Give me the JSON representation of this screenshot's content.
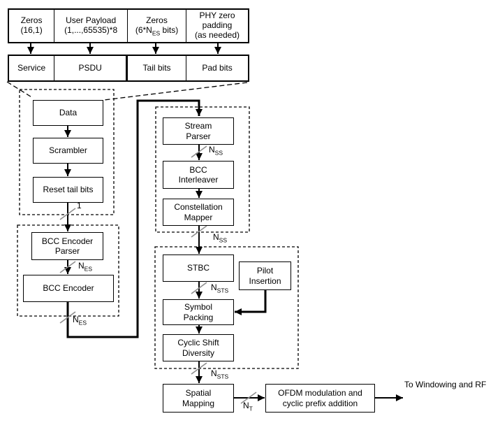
{
  "colors": {
    "line": "#000000",
    "slash": "#8f8f8f",
    "background": "#ffffff",
    "box_fill": "#ffffff",
    "text": "#000000"
  },
  "header": {
    "row1": [
      {
        "label": "Zeros\n(16,1)"
      },
      {
        "label": "User Payload\n(1,...,65535)*8"
      },
      {
        "pre": "Zeros\n(6*N",
        "sub": "ES",
        "post": " bits)"
      },
      {
        "label": "PHY zero\npadding\n(as needed)"
      }
    ],
    "row2": [
      {
        "label": "Service"
      },
      {
        "label": "PSDU"
      },
      {
        "label": "Tail bits"
      },
      {
        "label": "Pad bits"
      }
    ]
  },
  "blocks": {
    "data": "Data",
    "scrambler": "Scrambler",
    "reset_tail_bits": "Reset tail bits",
    "bcc_encoder_parser": "BCC Encoder\nParser",
    "bcc_encoder": "BCC Encoder",
    "stream_parser": "Stream\nParser",
    "bcc_interleaver": "BCC\nInterleaver",
    "constellation_mapper": "Constellation\nMapper",
    "stbc": "STBC",
    "pilot_insertion": "Pilot\nInsertion",
    "symbol_packing": "Symbol\nPacking",
    "cyclic_shift_diversity": "Cyclic Shift\nDiversity",
    "spatial_mapping": "Spatial\nMapping",
    "ofdm": "OFDM modulation and\ncyclic prefix addition"
  },
  "signals": {
    "one": "1",
    "n_es": {
      "base": "N",
      "sub": "ES"
    },
    "n_ss": {
      "base": "N",
      "sub": "SS"
    },
    "n_sts": {
      "base": "N",
      "sub": "STS"
    },
    "n_t": {
      "base": "N",
      "sub": "T"
    }
  },
  "output_label": "To Windowing and RF"
}
